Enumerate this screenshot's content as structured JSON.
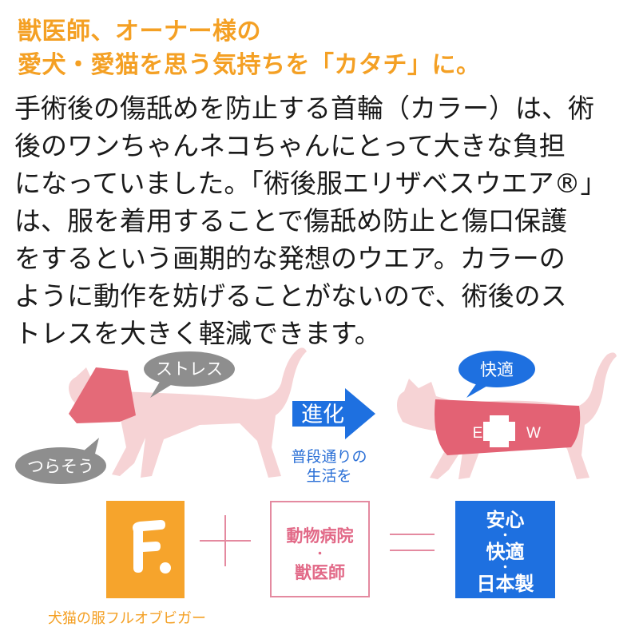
{
  "headline": {
    "line1": "獣医師、オーナー様の",
    "line2": "愛犬・愛猫を思う気持ちを「カタチ」に。"
  },
  "body_lines": [
    "手術後の傷舐めを防止する首輪（カラー）は、術",
    "後のワンちゃんネコちゃんにとって大きな負担",
    "になっていました。「術後服エリザベスウエア®」",
    "は、服を着用することで傷舐め防止と傷口保護",
    "をするという画期的な発想のウエア。カラーの",
    "ように動作を妨げることがないので、術後のス",
    "トレスを大きく軽減できます。"
  ],
  "illustration": {
    "bubble_stress": "ストレス",
    "bubble_tsurasou": "つらそう",
    "arrow_label": "進化",
    "caption_line1": "普段通りの",
    "caption_line2": "生活を",
    "bubble_comfort": "快適",
    "wear_left_letter": "E",
    "wear_right_letter": "W"
  },
  "equation": {
    "logo_letter": "F.",
    "logo_caption": "犬猫の服フルオブビガー",
    "vet_line1": "動物病院",
    "vet_dot": "・",
    "vet_line2": "獣医師",
    "result_line1": "安心",
    "result_dot": "・",
    "result_line2": "快適",
    "result_line3": "日本製"
  },
  "colors": {
    "headline": "#f4a024",
    "cat_body": "#f6d3d5",
    "collar": "#e46a78",
    "wear": "#e36274",
    "bubble_gray": "#8e8e8e",
    "arrow_blue": "#1e70e0",
    "vet_pink": "#e26a88",
    "result_blue": "#1e70e0",
    "logo_orange": "#f6a42c"
  }
}
